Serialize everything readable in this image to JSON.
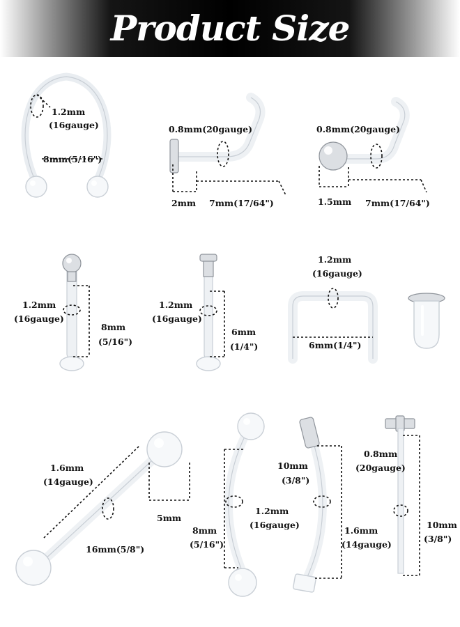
{
  "header": {
    "title": "Product Size"
  },
  "labels": {
    "horseshoe": {
      "gauge_mm": "1.2mm",
      "gauge": "(16gauge)",
      "diameter": "8mm(5/16\")"
    },
    "nose_stud_flat": {
      "gauge": "0.8mm(20gauge)",
      "head": "2mm",
      "length": "7mm(17/64\")"
    },
    "nose_stud_ball": {
      "gauge": "0.8mm(20gauge)",
      "head": "1.5mm",
      "length": "7mm(17/64\")"
    },
    "labret_ball": {
      "gauge_mm": "1.2mm",
      "gauge": "(16gauge)",
      "length_mm": "8mm",
      "length_in": "(5/16\")"
    },
    "labret_flat": {
      "gauge_mm": "1.2mm",
      "gauge": "(16gauge)",
      "length_mm": "6mm",
      "length_in": "(1/4\")"
    },
    "staple": {
      "gauge_mm": "1.2mm",
      "gauge": "(16gauge)",
      "width": "6mm(1/4\")"
    },
    "barbell": {
      "gauge_mm": "1.6mm",
      "gauge": "(14gauge)",
      "ball": "5mm",
      "length": "16mm(5/8\")"
    },
    "curved": {
      "gauge_mm": "1.2mm",
      "gauge": "(16gauge)",
      "length_mm": "8mm",
      "length_in": "(5/16\")"
    },
    "curved_spike": {
      "length_mm": "10mm",
      "length_in": "(3/8\")",
      "gauge_mm": "1.6mm",
      "gauge": "(14gauge)"
    },
    "straight_pin": {
      "gauge_mm": "0.8mm",
      "gauge": "(20gauge)",
      "length_mm": "10mm",
      "length_in": "(3/8\")"
    }
  }
}
